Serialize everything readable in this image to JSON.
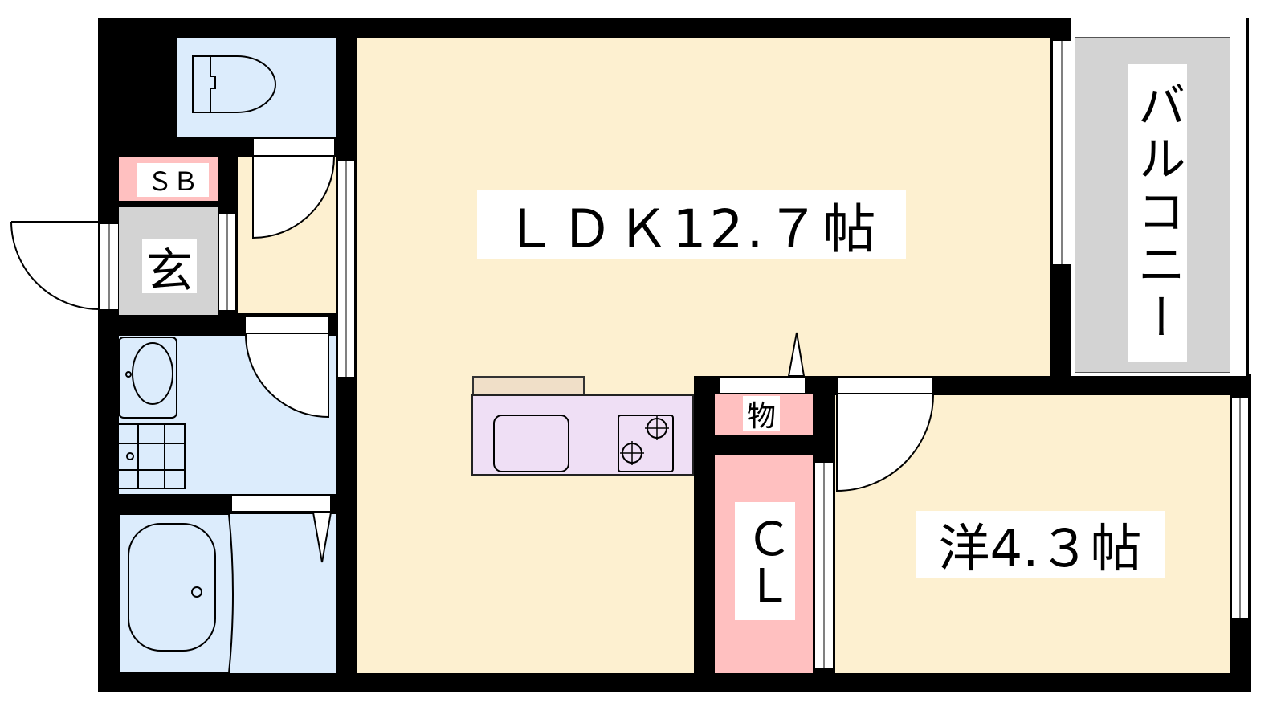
{
  "floor_plan": {
    "rooms": {
      "ldk": {
        "label": "ＬＤＫ12.７帖"
      },
      "western_room": {
        "label": "洋4.３帖"
      },
      "balcony": {
        "label": "バルコニー"
      },
      "entrance": {
        "label": "玄"
      },
      "shoe_box": {
        "label": "ＳＢ"
      },
      "storage": {
        "label": "物"
      },
      "closet": {
        "label": "ＣＬ"
      }
    },
    "colors": {
      "wall": "#000000",
      "living": "#fdf0d0",
      "wet_area": "#dcecfc",
      "storage": "#ffc0c0",
      "entrance": "#d3d3d3",
      "kitchen": "#efdff5",
      "counter": "#f0dfc8",
      "balcony": "#d3d3d3"
    }
  }
}
